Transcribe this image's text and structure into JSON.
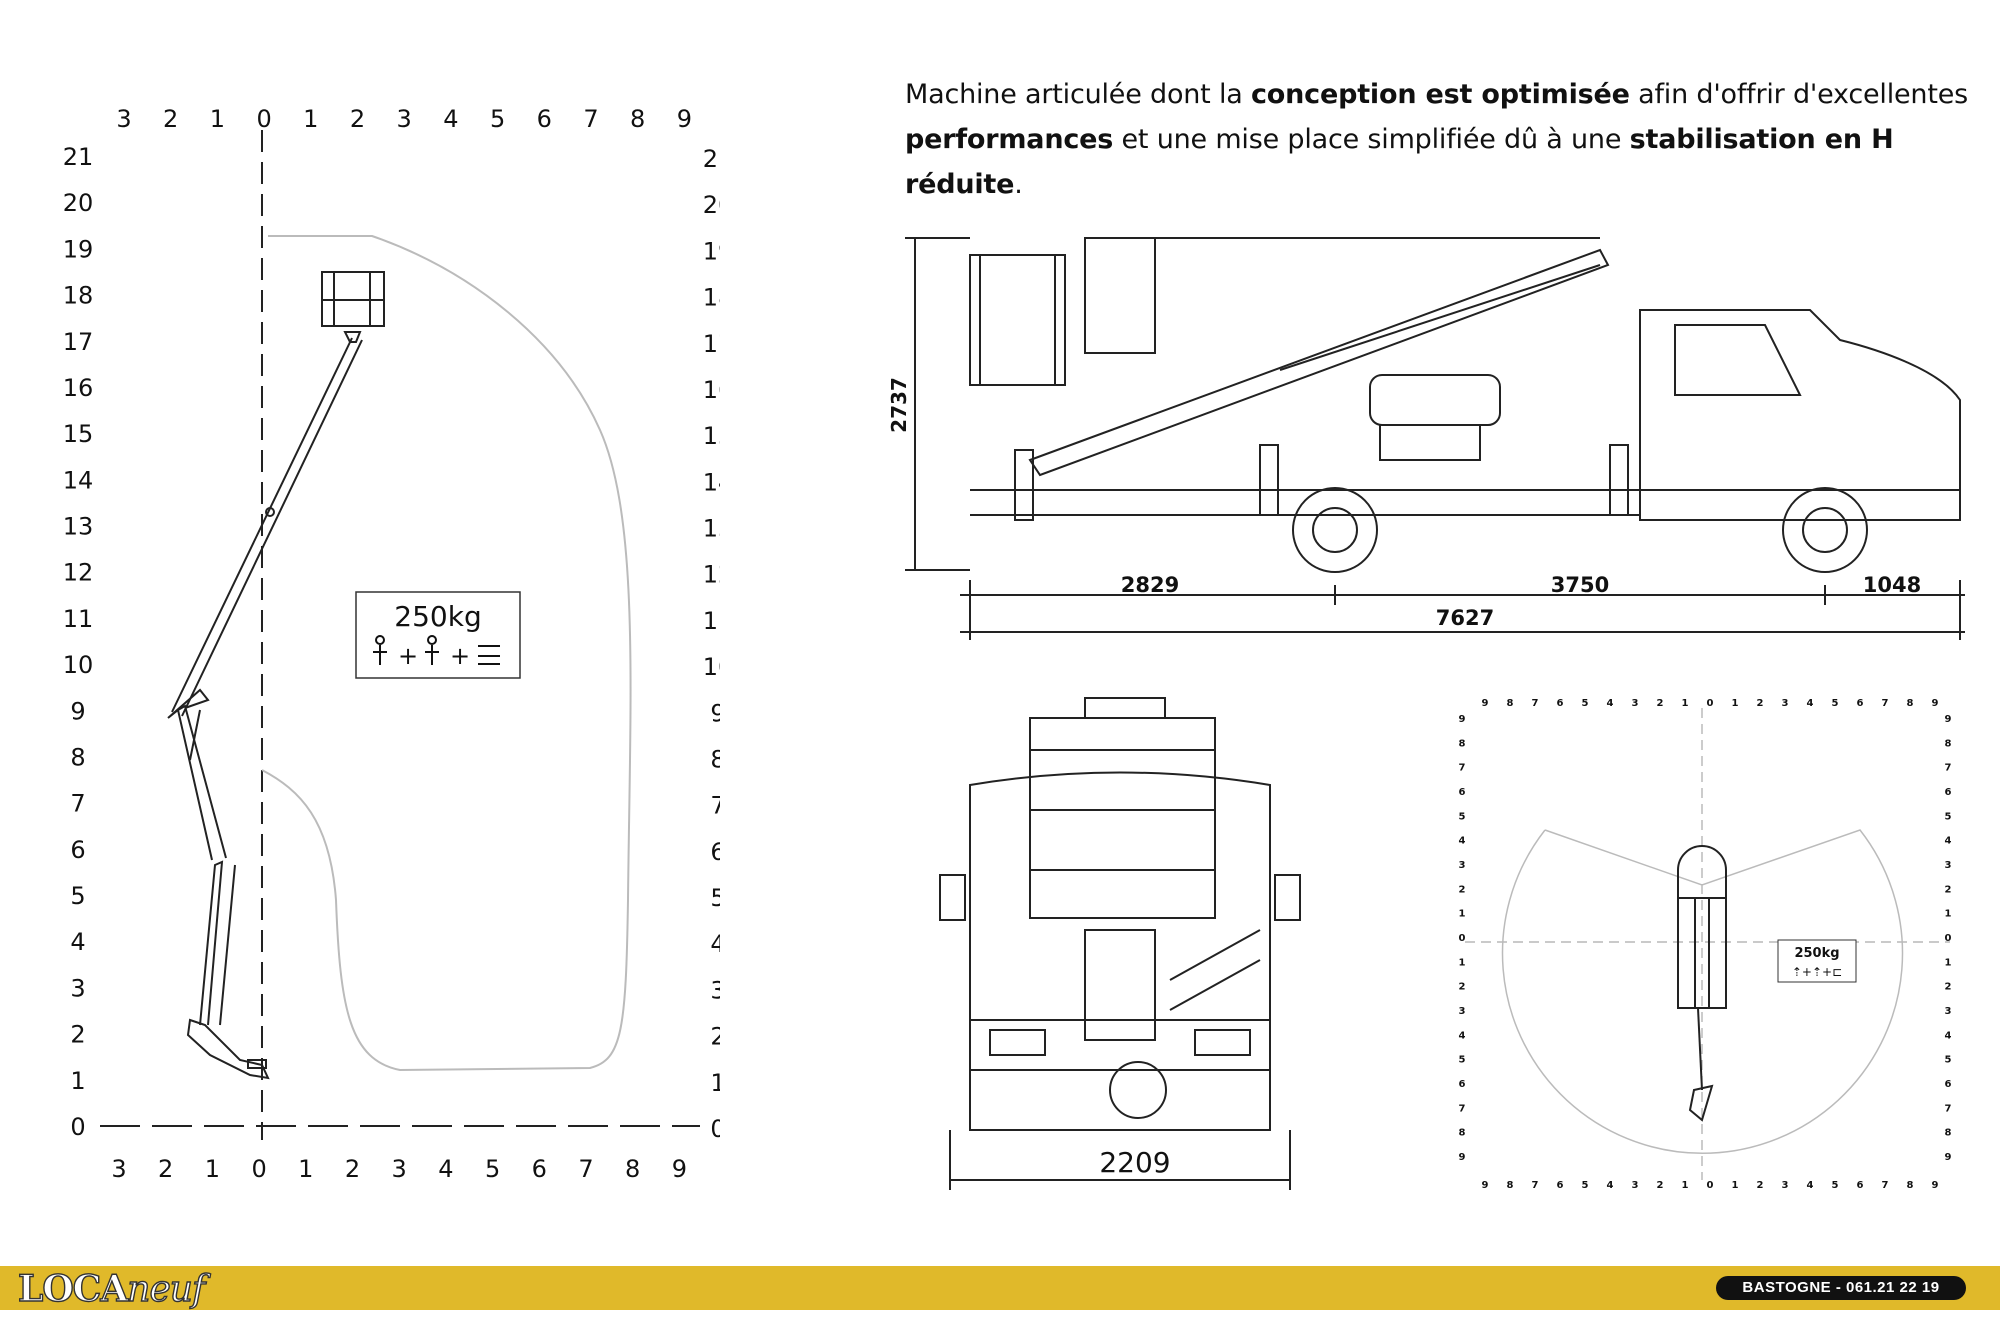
{
  "description": {
    "parts": [
      {
        "text": "Machine articulée dont la ",
        "bold": false
      },
      {
        "text": "conception est optimisée",
        "bold": true
      },
      {
        "text": " afin d'offrir d'excellentes ",
        "bold": false
      },
      {
        "text": "performances",
        "bold": true
      },
      {
        "text": " et une mise place simplifiée dû à une ",
        "bold": false
      },
      {
        "text": "stabilisation en H réduite",
        "bold": true
      },
      {
        "text": ".",
        "bold": false
      }
    ]
  },
  "reach_diagram": {
    "x_ticks": [
      "3",
      "2",
      "1",
      "0",
      "1",
      "2",
      "3",
      "4",
      "5",
      "6",
      "7",
      "8",
      "9"
    ],
    "y_ticks": [
      "0",
      "1",
      "2",
      "3",
      "4",
      "5",
      "6",
      "7",
      "8",
      "9",
      "10",
      "11",
      "12",
      "13",
      "14",
      "15",
      "16",
      "17",
      "18",
      "19",
      "20",
      "21"
    ],
    "load_label": "250kg",
    "load_symbol": " + + "
  },
  "side_view": {
    "height_label": "2737",
    "dim_rear": "2829",
    "dim_wheelbase": "3750",
    "dim_front": "1048",
    "dim_total": "7627"
  },
  "rear_view": {
    "width_label": "2209"
  },
  "top_view": {
    "ticks_top": [
      "9",
      "8",
      "7",
      "6",
      "5",
      "4",
      "3",
      "2",
      "1",
      "0",
      "1",
      "2",
      "3",
      "4",
      "5",
      "6",
      "7",
      "8",
      "9"
    ],
    "ticks_side": [
      "9",
      "8",
      "7",
      "6",
      "5",
      "4",
      "3",
      "2",
      "1",
      "0",
      "1",
      "2",
      "3",
      "4",
      "5",
      "6",
      "7",
      "8",
      "9"
    ],
    "load_label": "250kg"
  },
  "footer": {
    "logo_bold": "LOCA",
    "logo_light": "neuf",
    "contact": "BASTOGNE  -  061.21 22 19"
  },
  "colors": {
    "footer_band": "#e0b92a",
    "contact_bg": "#111111",
    "line": "#222222"
  }
}
